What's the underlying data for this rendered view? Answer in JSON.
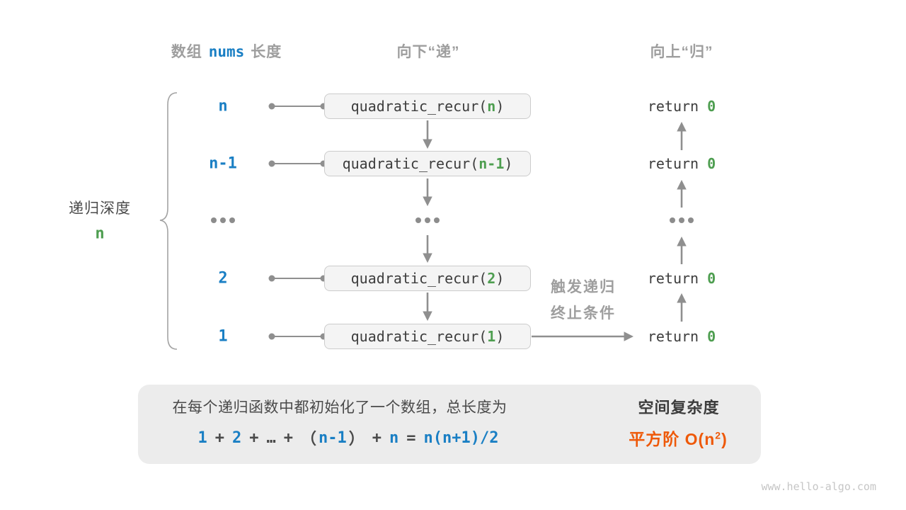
{
  "header": {
    "left_pre": "数组",
    "left_code": "nums",
    "left_post": "长度",
    "mid": "向下“递”",
    "right": "向上“归”"
  },
  "depth_brace": {
    "title": "递归深度",
    "var": "n"
  },
  "rows": [
    {
      "depth": "n",
      "call_pre": "quadratic_recur(",
      "arg": "n",
      "call_post": ")",
      "ret_kw": "return",
      "ret_val": "0"
    },
    {
      "depth": "n-1",
      "call_pre": "quadratic_recur(",
      "arg": "n-1",
      "call_post": ")",
      "ret_kw": "return",
      "ret_val": "0"
    },
    {
      "depth": "2",
      "call_pre": "quadratic_recur(",
      "arg": "2",
      "call_post": ")",
      "ret_kw": "return",
      "ret_val": "0"
    },
    {
      "depth": "1",
      "call_pre": "quadratic_recur(",
      "arg": "1",
      "call_post": ")",
      "ret_kw": "return",
      "ret_val": "0"
    }
  ],
  "trigger": {
    "line1": "触发递归",
    "line2": "终止条件"
  },
  "summary": {
    "line1": "在每个递归函数中都初始化了一个数组，总长度为",
    "formula": [
      {
        "t": "1",
        "c": "f-blue"
      },
      {
        "t": "+",
        "c": "f-dark"
      },
      {
        "t": "2",
        "c": "f-blue"
      },
      {
        "t": "+",
        "c": "f-dark"
      },
      {
        "t": "…",
        "c": "f-dark"
      },
      {
        "t": "+",
        "c": "f-dark"
      },
      {
        "t": "（",
        "c": "f-dark"
      },
      {
        "t": "n-1",
        "c": "f-blue"
      },
      {
        "t": "）",
        "c": "f-dark"
      },
      {
        "t": "+",
        "c": "f-dark"
      },
      {
        "t": "n",
        "c": "f-blue"
      },
      {
        "t": "=",
        "c": "f-dark"
      },
      {
        "t": "n(n+1)/2",
        "c": "f-blue"
      }
    ],
    "result_title": "空间复杂度",
    "result_prefix": "平方阶 O(n",
    "result_sup": "2",
    "result_suffix": ")"
  },
  "footer": "www.hello-algo.com",
  "colors": {
    "blue": "#1a7fc4",
    "green": "#4e9e50",
    "orange": "#ee5909",
    "gray_label": "#9e9e9e",
    "line_gray": "#8f8f8f",
    "box_fill": "#f4f4f4",
    "panel_fill": "#ececec"
  }
}
